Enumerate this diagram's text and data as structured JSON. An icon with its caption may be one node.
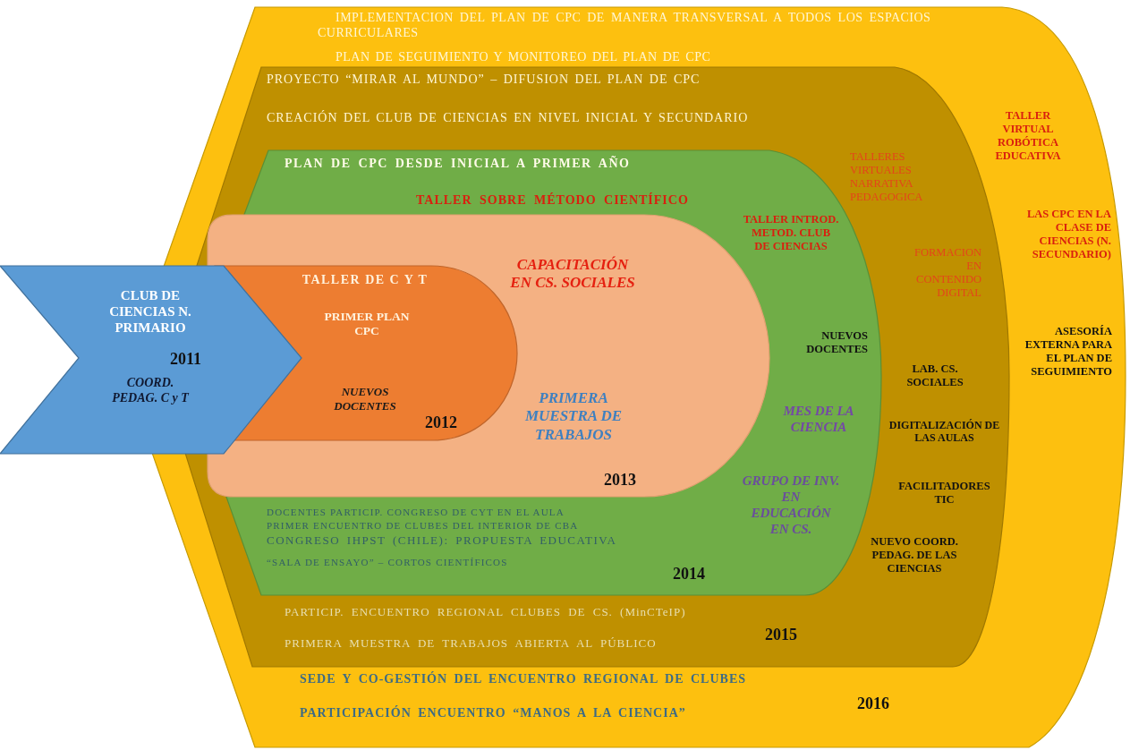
{
  "diagram": {
    "nodes": [
      {
        "text": [
          "IMPLEMENTACION DEL PLAN DE CPC DE MANERA TRANSVERSAL A TODOS LOS ESPACIOS CURRICULARES",
          "PLAN DE SEGUIMIENTO Y MONITOREO DEL PLAN DE CPC",
          "TALLER VIRTUAL ROBÓTICA EDUCATIVA",
          "LAS CPC EN LA CLASE DE CIENCIAS (N. SECUNDARIO)",
          "ASESORÍA EXTERNA PARA EL PLAN DE SEGUIMIENTO",
          "SEDE Y CO-GESTIÓN DEL ENCUENTRO REGIONAL DE CLUBES",
          "PARTICIPACIÓN ENCUENTRO “MANOS A LA CIENCIA”",
          "2016"
        ]
      },
      {
        "text": [
          "PROYECTO “MIRAR AL MUNDO” – DIFUSION DEL PLAN DE CPC",
          "CREACIÓN DEL CLUB DE CIENCIAS EN NIVEL INICIAL Y SECUNDARIO",
          "TALLERES VIRTUALES NARRATIVA PEDAGOGICA",
          "FORMACION EN CONTENIDO DIGITAL",
          "LAB. CS. SOCIALES",
          "DIGITALIZACIÓN DE LAS AULAS",
          "FACILITADORES TIC",
          "NUEVO COORD. PEDAG. DE LAS CIENCIAS",
          "PARTICIP. ENCUENTRO REGIONAL CLUBES DE CS. (MinCTeIP)",
          "PRIMERA MUESTRA DE TRABAJOS ABIERTA AL PÚBLICO",
          "2015"
        ],
        "in": 0
      },
      {
        "text": [
          "PLAN DE CPC DESDE INICIAL A PRIMER AÑO",
          "TALLER SOBRE MÉTODO CIENTÍFICO",
          "TALLER INTROD. METOD. CLUB DE CIENCIAS",
          "NUEVOS DOCENTES",
          "MES DE LA CIENCIA",
          "GRUPO DE INV. EN EDUCACIÓN EN CS.",
          "DOCENTES PARTICIP. CONGRESO DE CYT EN EL AULA",
          "PRIMER ENCUENTRO DE CLUBES DEL INTERIOR DE CBA",
          "CONGRESO IHPST (CHILE): PROPUESTA EDUCATIVA",
          "“SALA DE ENSAYO” – CORTOS CIENTÍFICOS",
          "2014"
        ],
        "in": 1
      },
      {
        "text": [
          "CAPACITACIÓN EN CS. SOCIALES",
          "PRIMERA MUESTRA DE TRABAJOS",
          "2013"
        ],
        "in": 2
      },
      {
        "text": [
          "TALLER DE C Y T",
          "PRIMER PLAN CPC",
          "NUEVOS DOCENTES",
          "2012"
        ],
        "in": 3
      },
      {
        "text": [
          "CLUB DE CIENCIAS N. PRIMARIO",
          "2011",
          "COORD. PEDAG. C y T"
        ]
      }
    ],
    "edges": []
  }
}
